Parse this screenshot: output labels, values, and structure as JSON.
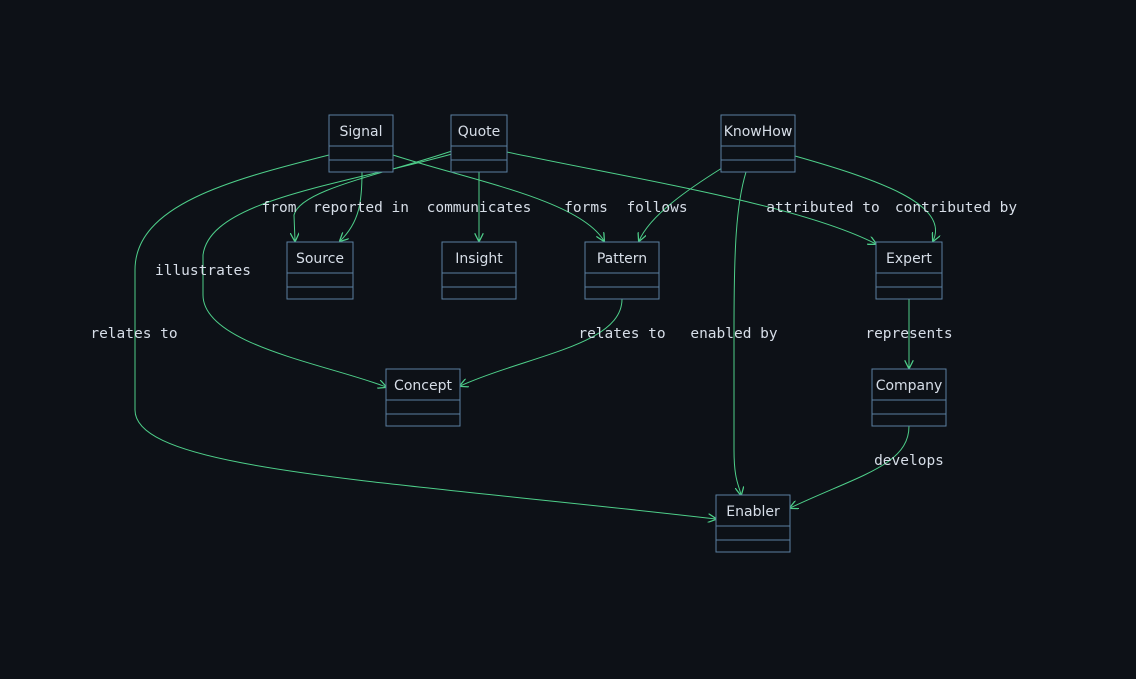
{
  "classes": {
    "signal": "Signal",
    "quote": "Quote",
    "knowhow": "KnowHow",
    "source": "Source",
    "insight": "Insight",
    "pattern": "Pattern",
    "expert": "Expert",
    "concept": "Concept",
    "company": "Company",
    "enabler": "Enabler"
  },
  "relations": {
    "quote_from_source": "from",
    "signal_reported_in_source": "reported in",
    "quote_communicates_insight": "communicates",
    "signal_forms_pattern": "forms",
    "knowhow_follows_pattern": "follows",
    "quote_attributed_to_expert": "attributed to",
    "knowhow_contributed_by_expert": "contributed by",
    "quote_illustrates_concept": "illustrates",
    "signal_relates_to_enabler": "relates to",
    "pattern_relates_to_concept": "relates to",
    "knowhow_enabled_by_enabler": "enabled by",
    "expert_represents_company": "represents",
    "company_develops_enabler": "develops"
  },
  "colors": {
    "background": "#0d1117",
    "box_stroke": "#5a7fa0",
    "edge": "#4ecf8a",
    "text": "#d7dee8"
  }
}
